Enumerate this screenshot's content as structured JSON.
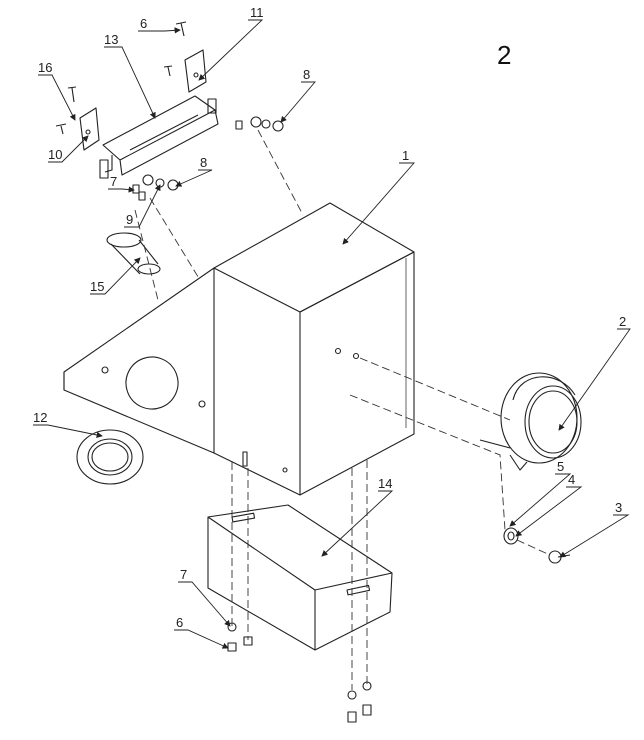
{
  "page_number": "2",
  "callouts": {
    "c1": "1",
    "c2": "2",
    "c3": "3",
    "c4": "4",
    "c5": "5",
    "c6a": "6",
    "c6b": "6",
    "c7a": "7",
    "c7b": "7",
    "c8a": "8",
    "c8b": "8",
    "c9": "9",
    "c10": "10",
    "c11": "11",
    "c12": "12",
    "c13": "13",
    "c14": "14",
    "c15": "15",
    "c16": "16"
  }
}
